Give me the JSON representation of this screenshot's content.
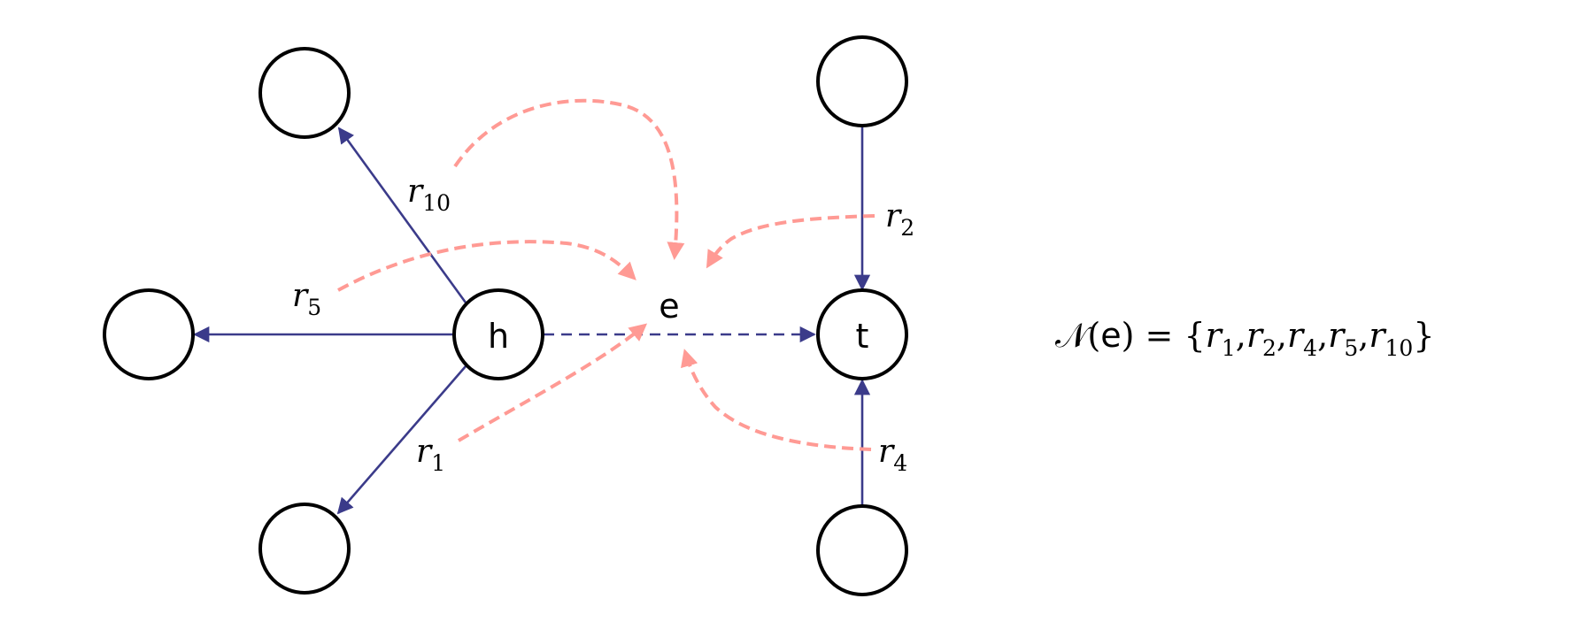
{
  "nodes": {
    "h": "h",
    "t": "t",
    "e": "e"
  },
  "relations": {
    "r10": {
      "base": "r",
      "sub": "10"
    },
    "r5": {
      "base": "r",
      "sub": "5"
    },
    "r1": {
      "base": "r",
      "sub": "1"
    },
    "r2": {
      "base": "r",
      "sub": "2"
    },
    "r4": {
      "base": "r",
      "sub": "4"
    }
  },
  "formula": {
    "symbol": "𝒩",
    "open_paren": "(",
    "arg": "e",
    "close_paren": ")",
    "equals": " = ",
    "open_brace": "{",
    "close_brace": "}",
    "separator": ",",
    "items": [
      {
        "base": "r",
        "sub": "1"
      },
      {
        "base": "r",
        "sub": "2"
      },
      {
        "base": "r",
        "sub": "4"
      },
      {
        "base": "r",
        "sub": "5"
      },
      {
        "base": "r",
        "sub": "10"
      }
    ]
  },
  "colors": {
    "edge": "#3b3b8a",
    "aggregation_arrow": "#ff9a94",
    "node_stroke": "#000000"
  }
}
